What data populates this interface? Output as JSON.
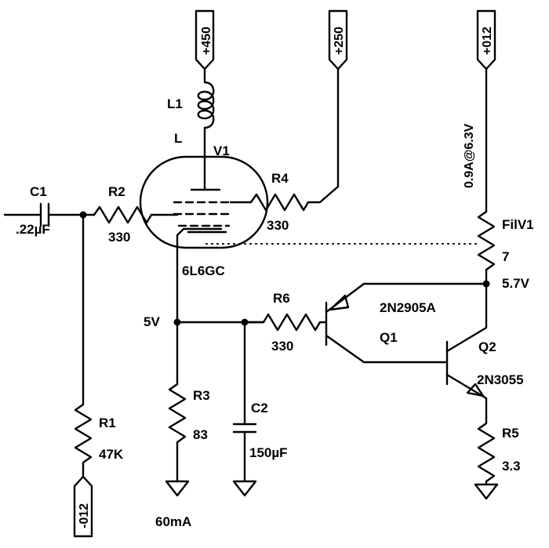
{
  "power_rails": {
    "p450": "+450",
    "p250": "+250",
    "p012": "+012",
    "m012": "-012"
  },
  "components": {
    "c1": {
      "ref": "C1",
      "value": ".22µF"
    },
    "r2": {
      "ref": "R2",
      "value": "330"
    },
    "l1": {
      "ref": "L1",
      "value": "L"
    },
    "v1": {
      "ref": "V1",
      "value": "6L6GC"
    },
    "r4": {
      "ref": "R4",
      "value": "330"
    },
    "filv1": {
      "ref": "FilV1",
      "value": "7"
    },
    "r6": {
      "ref": "R6",
      "value": "330"
    },
    "q1": {
      "ref": "Q1",
      "value": "2N2905A"
    },
    "q2": {
      "ref": "Q2",
      "value": "2N3055"
    },
    "r1": {
      "ref": "R1",
      "value": "47K"
    },
    "r3": {
      "ref": "R3",
      "value": "83"
    },
    "c2": {
      "ref": "C2",
      "value": "150µF"
    },
    "r5": {
      "ref": "R5",
      "value": "3.3"
    }
  },
  "annotations": {
    "filament": "0.9A@6.3V",
    "node_5v": "5V",
    "node_5_7v": "5.7V",
    "cathode_current": "60mA"
  }
}
